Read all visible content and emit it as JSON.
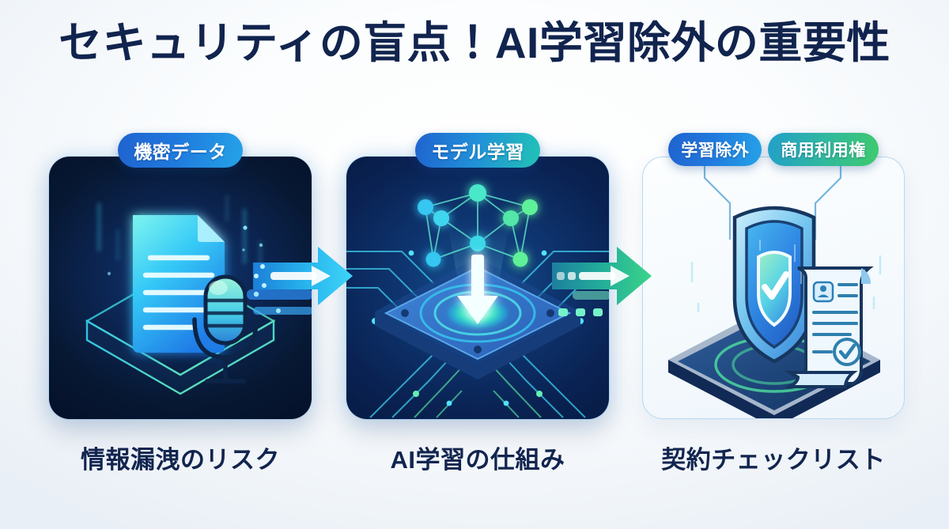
{
  "page": {
    "title": "セキュリティの盲点！AI学習除外の重要性",
    "layout": "three-step-flow-infographic",
    "language": "ja"
  },
  "colors": {
    "title_text": "#11244e",
    "caption_text": "#12254f",
    "badge_blue": "#2078dd",
    "badge_teal": "#21c3b6",
    "badge_green": "#3fca6d",
    "card_dark_navy": "#0a1f44",
    "card_dark_blue": "#0e3570",
    "card_light": "#f5fafd",
    "arrow_cyan": "#2ec7f5",
    "arrow_green": "#2bbf8a",
    "accent_glow": "#49e3ff",
    "background": "#f2f6fa"
  },
  "panels": [
    {
      "id": "panel-1",
      "badges": [
        "機密データ"
      ],
      "caption": "情報漏洩のリスク",
      "theme": "dark-navy",
      "icons": [
        "document-icon",
        "microphone-icon",
        "isometric-platform-icon"
      ]
    },
    {
      "id": "panel-2",
      "badges": [
        "モデル学習"
      ],
      "caption": "AI学習の仕組み",
      "theme": "dark-blue",
      "icons": [
        "neural-network-icon",
        "down-arrow-icon",
        "chip-icon",
        "circuit-traces-icon"
      ]
    },
    {
      "id": "panel-3",
      "badges": [
        "学習除外",
        "商用利用権"
      ],
      "caption": "契約チェックリスト",
      "theme": "light",
      "icons": [
        "shield-icon",
        "checkmark-icon",
        "contract-scroll-icon",
        "seal-check-icon",
        "isometric-platform-icon"
      ]
    }
  ],
  "arrows": [
    {
      "id": "arrow-1",
      "from": "panel-1",
      "to": "panel-2",
      "color": "#2ec7f5",
      "direction": "right"
    },
    {
      "id": "arrow-2",
      "from": "panel-2",
      "to": "panel-3",
      "color": "#2bbf8a",
      "direction": "right"
    }
  ]
}
